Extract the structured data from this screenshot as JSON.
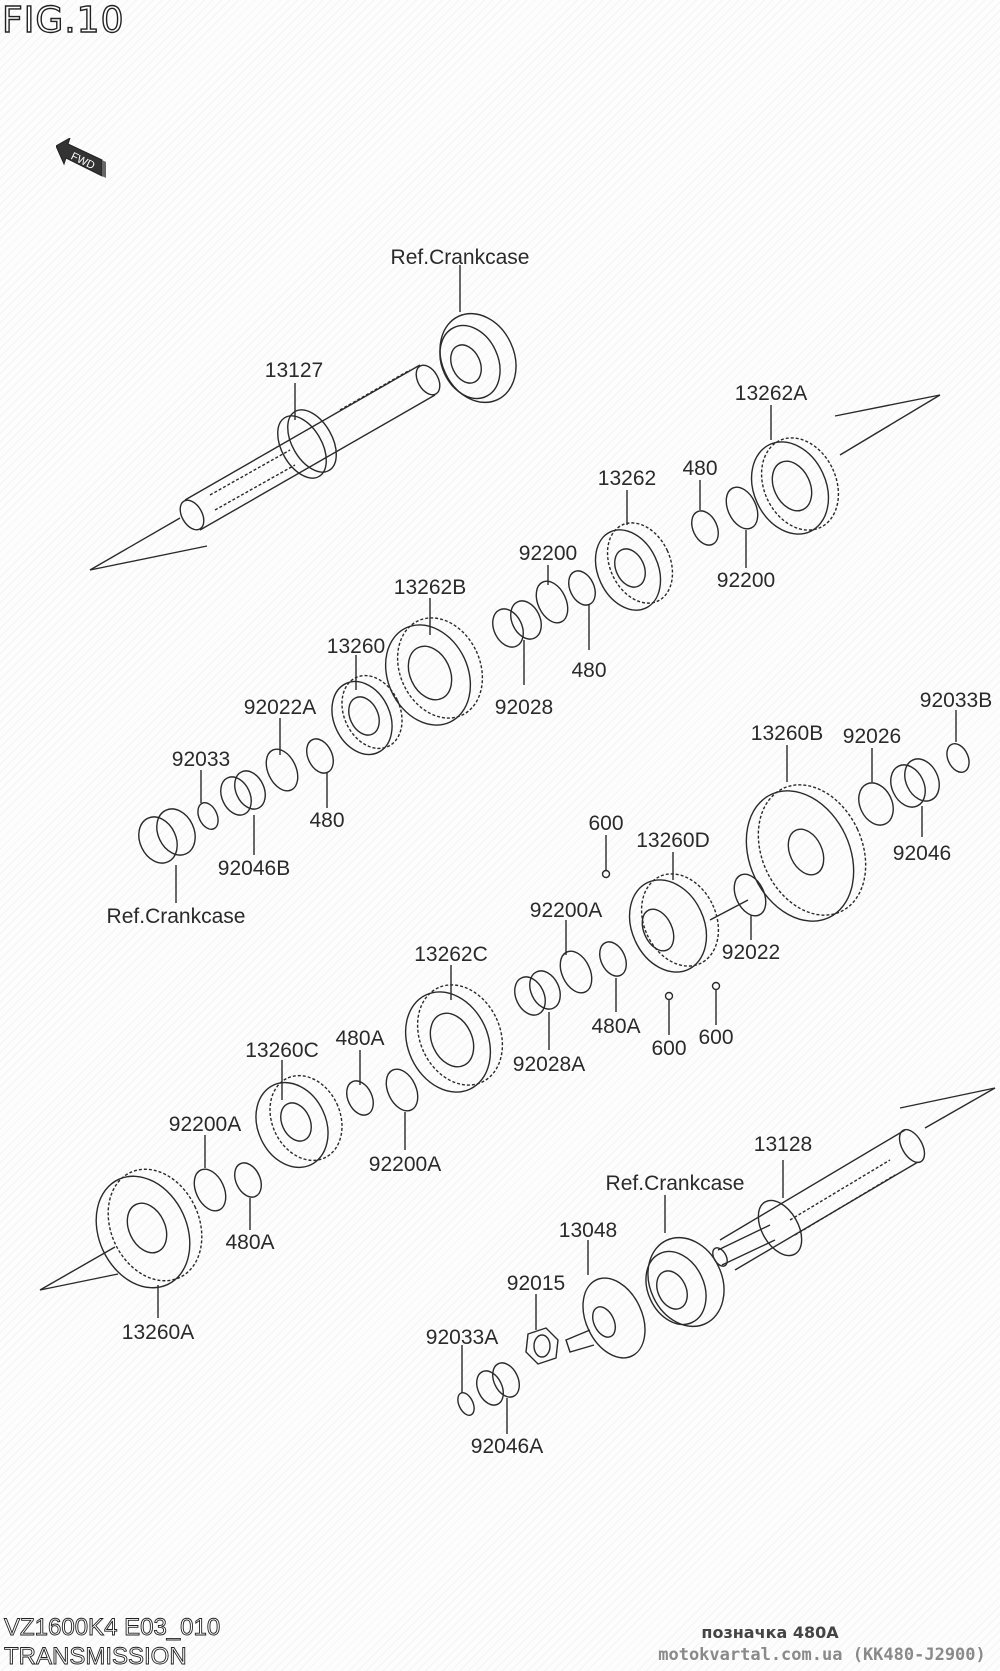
{
  "figure": {
    "title": "FIG.10",
    "model_code": "VZ1600K4 E03_010",
    "section_title": "TRANSMISSION",
    "direction_indicator": "FWD"
  },
  "watermark": {
    "note": "позначка 480A",
    "site": "motokvartal.com.ua (KK480-J2900)"
  },
  "parts": [
    {
      "id": "ref_crankcase_top",
      "label": "Ref.Crankcase",
      "kind": "bearing"
    },
    {
      "id": "p13127",
      "label": "13127",
      "kind": "input-shaft"
    },
    {
      "id": "p13262A",
      "label": "13262A",
      "kind": "gear"
    },
    {
      "id": "p13262",
      "label": "13262",
      "kind": "gear"
    },
    {
      "id": "p480_1",
      "label": "480",
      "kind": "circlip"
    },
    {
      "id": "p92200_1",
      "label": "92200",
      "kind": "washer"
    },
    {
      "id": "p92200_2",
      "label": "92200",
      "kind": "washer"
    },
    {
      "id": "p480_2",
      "label": "480",
      "kind": "circlip"
    },
    {
      "id": "p13262B",
      "label": "13262B",
      "kind": "gear"
    },
    {
      "id": "p92028",
      "label": "92028",
      "kind": "needle-bearing"
    },
    {
      "id": "p13260",
      "label": "13260",
      "kind": "gear"
    },
    {
      "id": "p92022A",
      "label": "92022A",
      "kind": "washer"
    },
    {
      "id": "p480_3",
      "label": "480",
      "kind": "circlip"
    },
    {
      "id": "p92033",
      "label": "92033",
      "kind": "circlip"
    },
    {
      "id": "p92046B",
      "label": "92046B",
      "kind": "needle-bearing"
    },
    {
      "id": "ref_crankcase_mid",
      "label": "Ref.Crankcase",
      "kind": "bearing-cup"
    },
    {
      "id": "p92033B",
      "label": "92033B",
      "kind": "circlip"
    },
    {
      "id": "p13260B",
      "label": "13260B",
      "kind": "gear"
    },
    {
      "id": "p92026",
      "label": "92026",
      "kind": "washer"
    },
    {
      "id": "p92046",
      "label": "92046",
      "kind": "needle-bearing"
    },
    {
      "id": "p600_1",
      "label": "600",
      "kind": "ball"
    },
    {
      "id": "p13260D",
      "label": "13260D",
      "kind": "gear"
    },
    {
      "id": "p92022",
      "label": "92022",
      "kind": "washer"
    },
    {
      "id": "p92200A_1",
      "label": "92200A",
      "kind": "washer"
    },
    {
      "id": "p480A_1",
      "label": "480A",
      "kind": "circlip"
    },
    {
      "id": "p600_2",
      "label": "600",
      "kind": "ball"
    },
    {
      "id": "p600_3",
      "label": "600",
      "kind": "ball"
    },
    {
      "id": "p13262C",
      "label": "13262C",
      "kind": "gear"
    },
    {
      "id": "p92028A",
      "label": "92028A",
      "kind": "needle-bearing"
    },
    {
      "id": "p13260C",
      "label": "13260C",
      "kind": "gear"
    },
    {
      "id": "p480A_2",
      "label": "480A",
      "kind": "circlip"
    },
    {
      "id": "p92200A_2",
      "label": "92200A",
      "kind": "washer"
    },
    {
      "id": "p92200A_3",
      "label": "92200A",
      "kind": "washer"
    },
    {
      "id": "p480A_3",
      "label": "480A",
      "kind": "circlip"
    },
    {
      "id": "p13260A",
      "label": "13260A",
      "kind": "gear"
    },
    {
      "id": "p13128",
      "label": "13128",
      "kind": "output-shaft"
    },
    {
      "id": "ref_crankcase_bottom",
      "label": "Ref.Crankcase",
      "kind": "bearing"
    },
    {
      "id": "p13048",
      "label": "13048",
      "kind": "cam"
    },
    {
      "id": "p92015",
      "label": "92015",
      "kind": "nut"
    },
    {
      "id": "p92033A",
      "label": "92033A",
      "kind": "circlip"
    },
    {
      "id": "p92046A",
      "label": "92046A",
      "kind": "needle-bearing"
    }
  ]
}
